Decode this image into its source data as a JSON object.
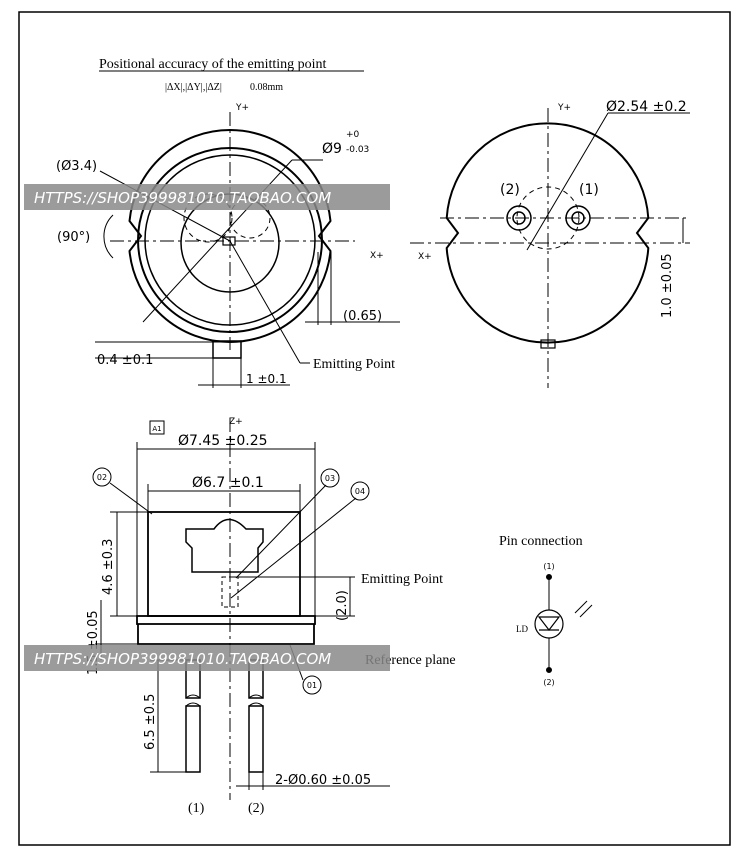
{
  "top_title": "Positional accuracy of the emitting point",
  "tolerance_text": "|ΔX|,|ΔY|,|ΔZ|",
  "tolerance_value": "0.08mm",
  "front": {
    "y_axis": "Y+",
    "x_axis": "X+",
    "dia_9": "Ø9",
    "dia_9_tol_top": "+0",
    "dia_9_tol_bottom": "-0.03",
    "dia_3_4": "(Ø3.4)",
    "angle_90": "(90°)",
    "dim_065": "(0.65)",
    "dim_04": "0.4 ±0.1",
    "dim_1": "1 ±0.1",
    "emitting_point": "Emitting Point"
  },
  "back": {
    "y_axis": "Y+",
    "x_axis": "X+",
    "dia_254": "Ø2.54 ±0.2",
    "pin2": "(2)",
    "pin1": "(1)",
    "dim_10": "1.0 ±0.05"
  },
  "side": {
    "a1": "A1",
    "z_axis": "Z+",
    "dia_745": "Ø7.45 ±0.25",
    "dia_67": "Ø6.7 ±0.1",
    "c01": "01",
    "c02": "02",
    "c03": "03",
    "c04": "04",
    "dim_46": "4.6 ±0.3",
    "dim_20": "(2.0)",
    "dim_15": "1.5 ±0.05",
    "dim_65": "6.5 ±0.5",
    "pin_dia": "2-Ø0.60 ±0.05",
    "emitting_point": "Emitting Point",
    "reference_plane": "Reference plane",
    "lead1": "(1)",
    "lead2": "(2)"
  },
  "pin_connection": {
    "title": "Pin connection",
    "pin1": "(1)",
    "pin2": "(2)",
    "ld_label": "LD"
  },
  "watermark": "HTTPS://SHOP399981010.TAOBAO.COM"
}
